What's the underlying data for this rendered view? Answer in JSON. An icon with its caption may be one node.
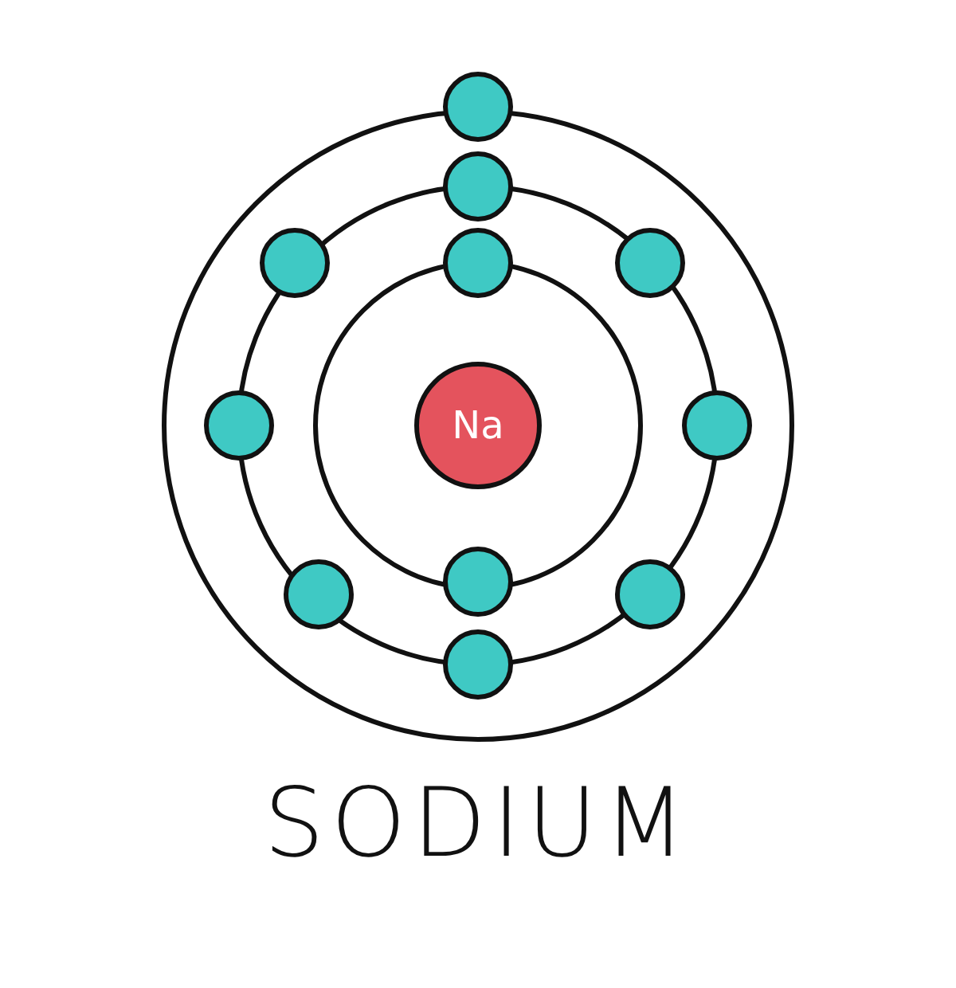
{
  "diagram": {
    "caption": "SODIUM",
    "nodes": [
      {
        "text": [
          "Na"
        ]
      },
      {
        "text": [],
        "shape": "circle"
      },
      {
        "text": [],
        "shape": "circle"
      },
      {
        "text": [],
        "shape": "circle"
      },
      {
        "text": [],
        "shape": "circle"
      },
      {
        "text": [],
        "shape": "circle"
      },
      {
        "text": [],
        "shape": "circle"
      },
      {
        "text": [],
        "shape": "circle"
      },
      {
        "text": [],
        "shape": "circle"
      },
      {
        "text": [],
        "shape": "circle"
      },
      {
        "text": [],
        "shape": "circle"
      },
      {
        "text": [],
        "shape": "circle"
      }
    ],
    "edges": []
  }
}
